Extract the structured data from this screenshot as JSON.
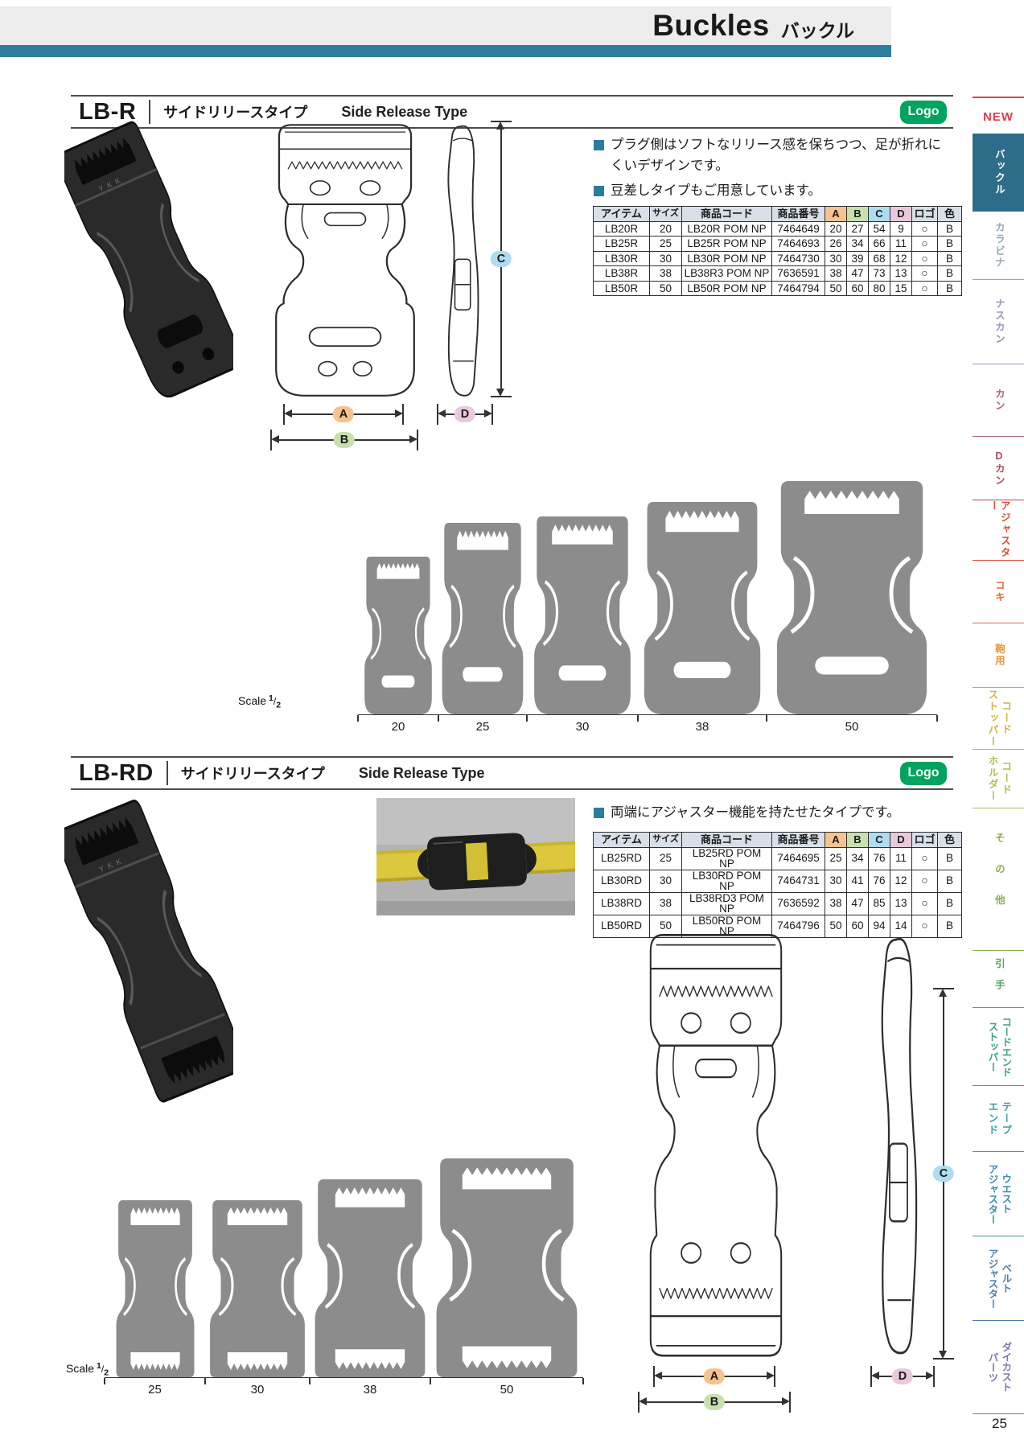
{
  "header": {
    "title_en": "Buckles",
    "title_ja": "バックル",
    "accent_color": "#2f7e9e"
  },
  "sidebar": {
    "new_label": "NEW",
    "new_color": "#e43c50",
    "tabs": [
      {
        "lines": [
          "バックル"
        ],
        "active": true,
        "color": "#2d6d89"
      },
      {
        "lines": [
          "カラビナ"
        ],
        "color": "#95a8b3"
      },
      {
        "lines": [
          "ナスカン"
        ],
        "color": "#959ab3"
      },
      {
        "lines": [
          "カン"
        ],
        "color": "#a56377"
      },
      {
        "lines": [
          "Dカン"
        ],
        "color": "#ae4a5e"
      },
      {
        "lines": [
          "アジャスター"
        ],
        "color": "#dd4c39"
      },
      {
        "lines": [
          "コキ"
        ],
        "color": "#e06e3a"
      },
      {
        "lines": [
          "鞄用"
        ],
        "color": "#e59741"
      },
      {
        "lines": [
          "コード",
          "ストッパー"
        ],
        "color": "#d2b545"
      },
      {
        "lines": [
          "コード",
          "ホルダー"
        ],
        "color": "#b9bc4f"
      },
      {
        "lines": [
          "その他"
        ],
        "color": "#8fae52"
      },
      {
        "lines": [
          "引手"
        ],
        "color": "#5ea45e"
      },
      {
        "lines": [
          "コードエンド",
          "ストッパー"
        ],
        "color": "#41a18b"
      },
      {
        "lines": [
          "テープ",
          "エンド"
        ],
        "color": "#3a9fa0"
      },
      {
        "lines": [
          "ウエスト",
          "アジャスター"
        ],
        "color": "#3f8fa8"
      },
      {
        "lines": [
          "ベルト",
          "アジャスター"
        ],
        "color": "#4f7fae"
      },
      {
        "lines": [
          "ダイカスト",
          "パーツ"
        ],
        "color": "#8673b0"
      }
    ]
  },
  "bullet_color": "#2a7d9c",
  "sections": [
    {
      "code": "LB-R",
      "subtitle_ja": "サイドリリースタイプ",
      "subtitle_en": "Side Release Type",
      "logo_badge": "Logo",
      "logo_color": "#00a45f",
      "photo_brand": "YKK",
      "bullets": [
        "プラグ側はソフトなリリース感を保ちつつ、足が折れにくいデザインです。",
        "豆差しタイプもご用意しています。"
      ],
      "table": {
        "headers": [
          "アイテム",
          "サイズ",
          "商品コード",
          "商品番号",
          "A",
          "B",
          "C",
          "D",
          "ロゴ",
          "色"
        ],
        "header_colors": {
          "A": "#f6c28e",
          "B": "#c7e0ae",
          "C": "#aedcf0",
          "D": "#eac8dd"
        },
        "rows": [
          [
            "LB20R",
            "20",
            "LB20R POM NP",
            "7464649",
            "20",
            "27",
            "54",
            "9",
            "○",
            "B"
          ],
          [
            "LB25R",
            "25",
            "LB25R POM NP",
            "7464693",
            "26",
            "34",
            "66",
            "11",
            "○",
            "B"
          ],
          [
            "LB30R",
            "30",
            "LB30R POM NP",
            "7464730",
            "30",
            "39",
            "68",
            "12",
            "○",
            "B"
          ],
          [
            "LB38R",
            "38",
            "LB38R3 POM NP",
            "7636591",
            "38",
            "47",
            "73",
            "13",
            "○",
            "B"
          ],
          [
            "LB50R",
            "50",
            "LB50R POM NP",
            "7464794",
            "50",
            "60",
            "80",
            "15",
            "○",
            "B"
          ]
        ]
      },
      "dims": {
        "A": {
          "label": "A",
          "color": "#f6c28e"
        },
        "B": {
          "label": "B",
          "color": "#c7e0ae"
        },
        "C": {
          "label": "C",
          "color": "#aedcf0"
        },
        "D": {
          "label": "D",
          "color": "#eac8dd"
        }
      },
      "scale": {
        "label": "Scale",
        "num": "1",
        "den": "2"
      },
      "sizes": [
        "20",
        "25",
        "30",
        "38",
        "50"
      ]
    },
    {
      "code": "LB-RD",
      "subtitle_ja": "サイドリリースタイプ",
      "subtitle_en": "Side Release Type",
      "logo_badge": "Logo",
      "logo_color": "#00a45f",
      "photo_brand": "YKK",
      "bullets": [
        "両端にアジャスター機能を持たせたタイプです。"
      ],
      "table": {
        "headers": [
          "アイテム",
          "サイズ",
          "商品コード",
          "商品番号",
          "A",
          "B",
          "C",
          "D",
          "ロゴ",
          "色"
        ],
        "header_colors": {
          "A": "#f6c28e",
          "B": "#c7e0ae",
          "C": "#aedcf0",
          "D": "#eac8dd"
        },
        "rows": [
          [
            "LB25RD",
            "25",
            "LB25RD POM NP",
            "7464695",
            "25",
            "34",
            "76",
            "11",
            "○",
            "B"
          ],
          [
            "LB30RD",
            "30",
            "LB30RD POM NP",
            "7464731",
            "30",
            "41",
            "76",
            "12",
            "○",
            "B"
          ],
          [
            "LB38RD",
            "38",
            "LB38RD3 POM NP",
            "7636592",
            "38",
            "47",
            "85",
            "13",
            "○",
            "B"
          ],
          [
            "LB50RD",
            "50",
            "LB50RD POM NP",
            "7464796",
            "50",
            "60",
            "94",
            "14",
            "○",
            "B"
          ]
        ]
      },
      "dims": {
        "A": {
          "label": "A",
          "color": "#f6c28e"
        },
        "B": {
          "label": "B",
          "color": "#c7e0ae"
        },
        "C": {
          "label": "C",
          "color": "#aedcf0"
        },
        "D": {
          "label": "D",
          "color": "#eac8dd"
        }
      },
      "scale": {
        "label": "Scale",
        "num": "1",
        "den": "2"
      },
      "sizes": [
        "25",
        "30",
        "38",
        "50"
      ]
    }
  ],
  "page_number": "25"
}
